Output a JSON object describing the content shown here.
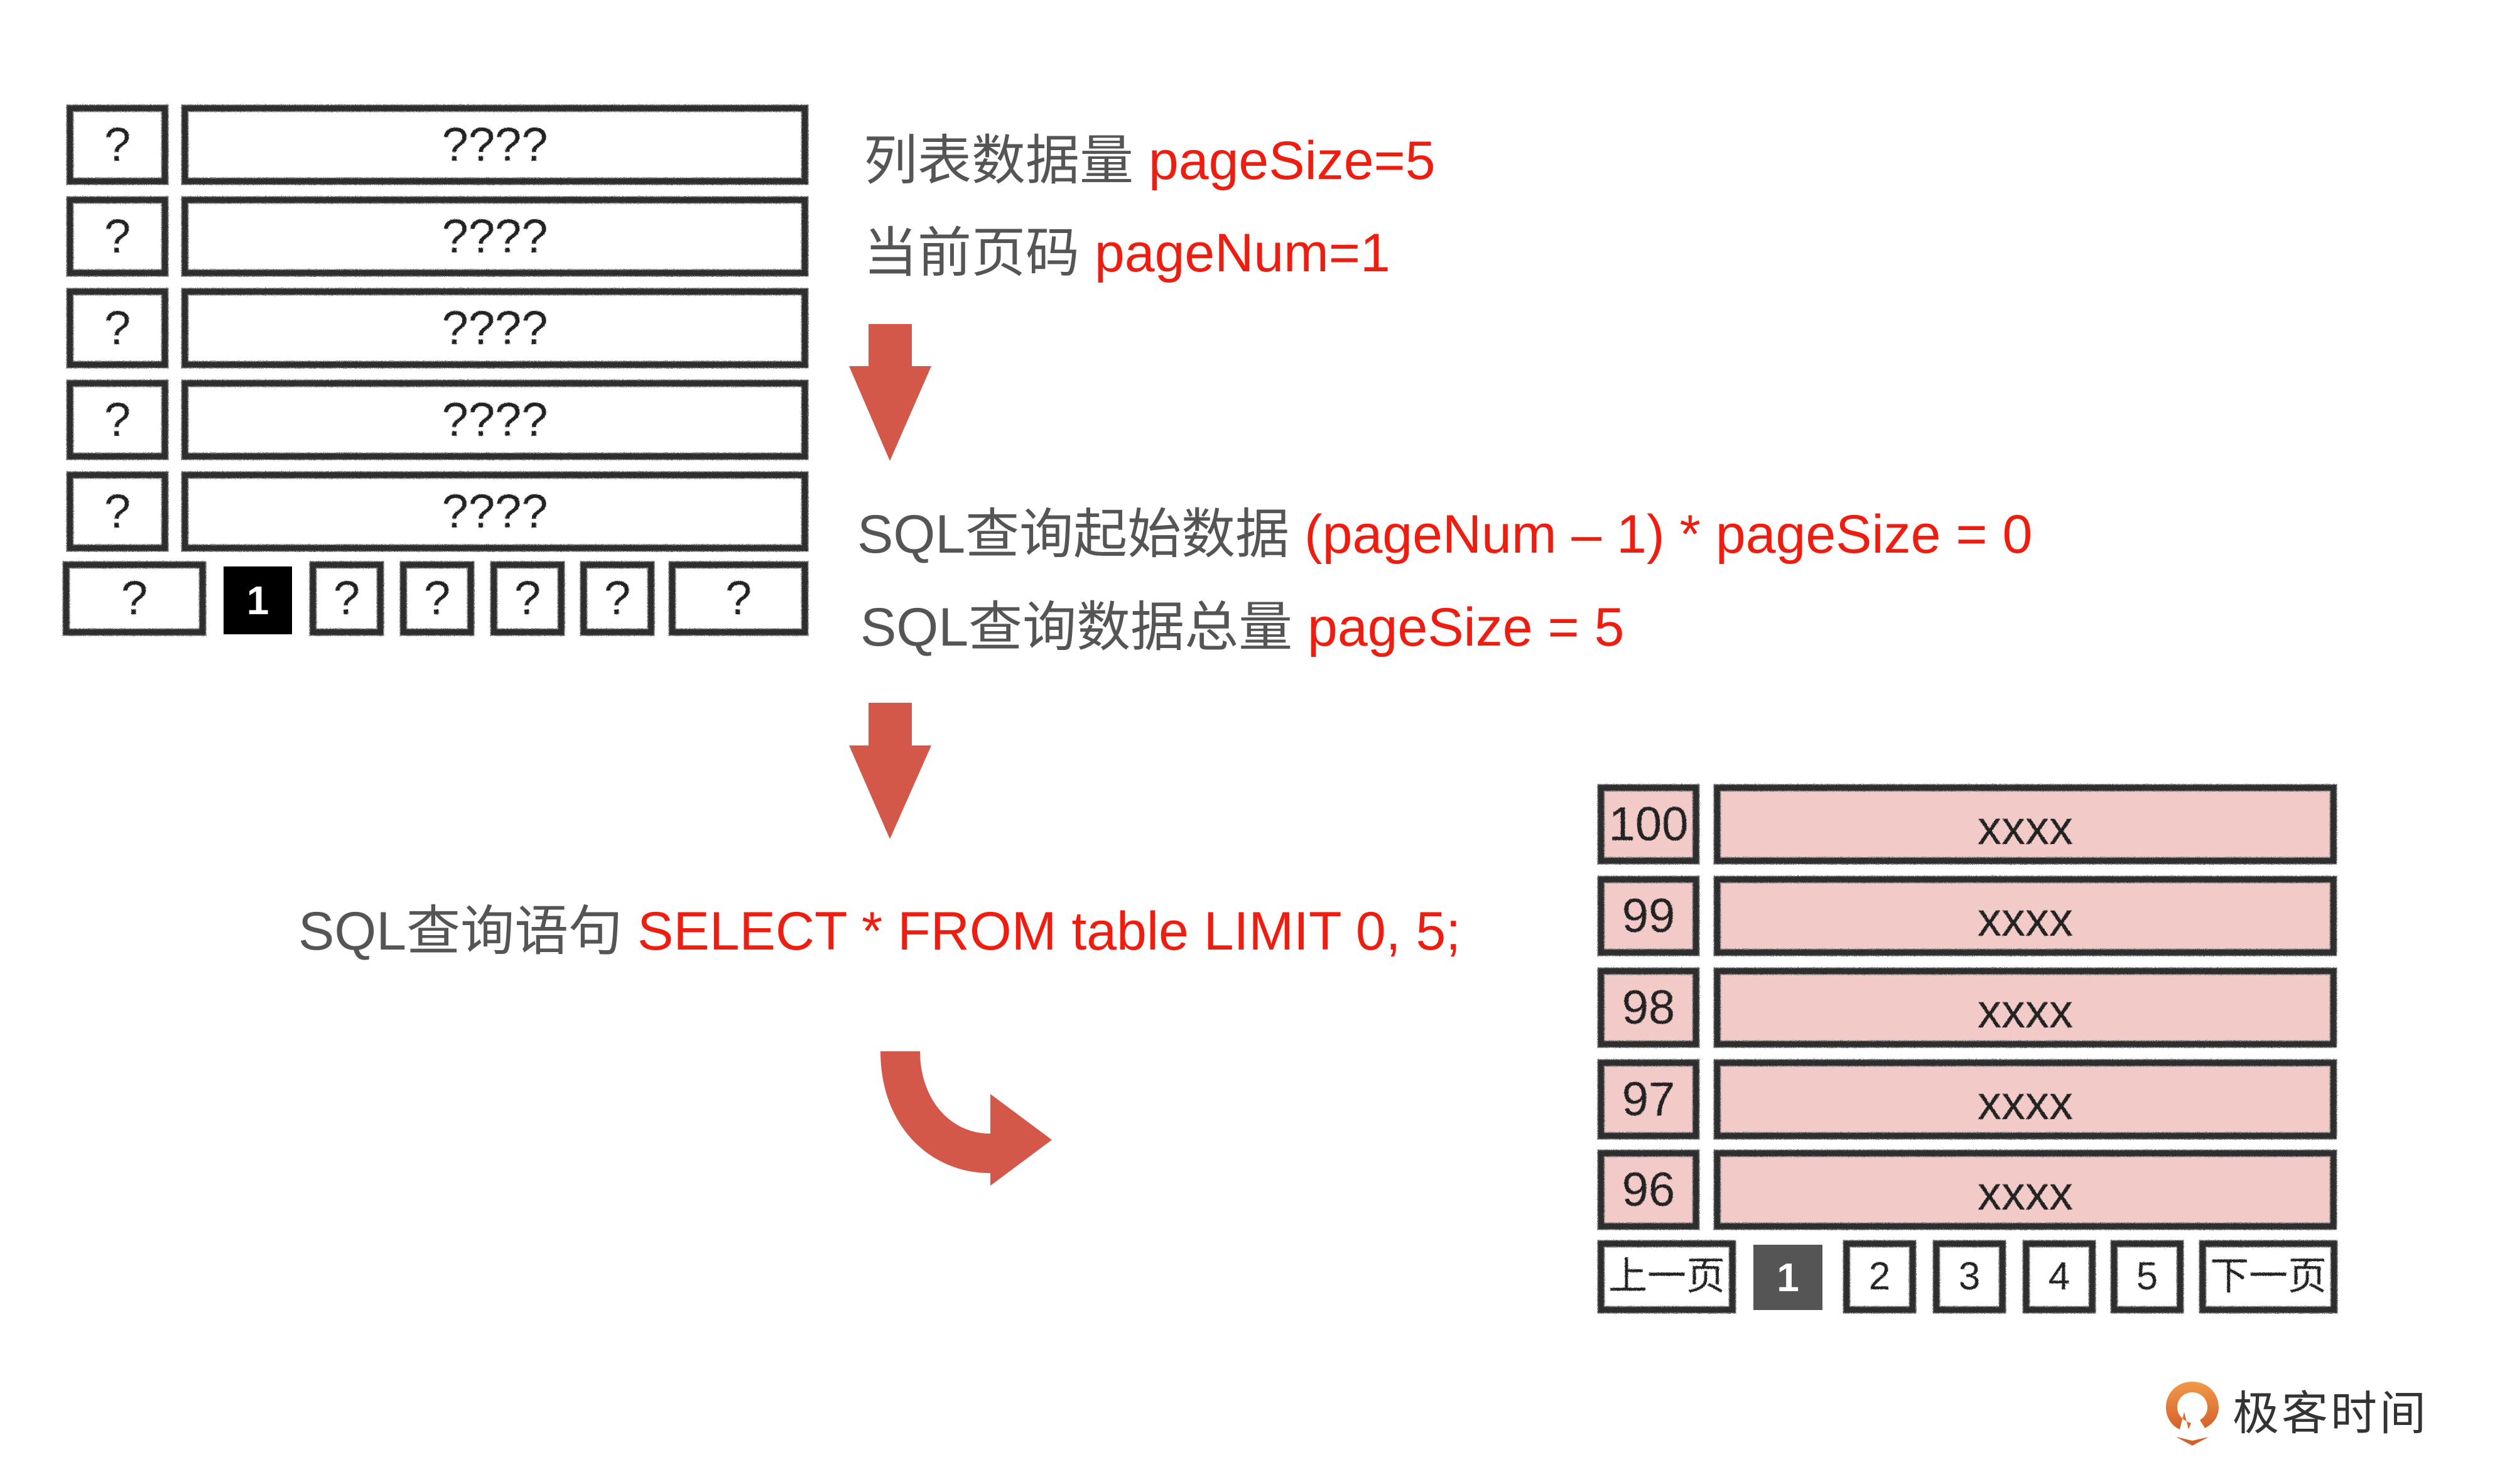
{
  "colors": {
    "label_gray": "#555555",
    "highlight_red": "#ee1d10",
    "arrow_red": "#d4584a",
    "row_pink": "#f2cbc9",
    "border_dark": "#2f2f2f",
    "logo_orange": "#e07a2e"
  },
  "unknown_list": {
    "rows": [
      {
        "id": "?",
        "content": "????"
      },
      {
        "id": "?",
        "content": "????"
      },
      {
        "id": "?",
        "content": "????"
      },
      {
        "id": "?",
        "content": "????"
      },
      {
        "id": "?",
        "content": "????"
      }
    ],
    "pagination": {
      "prev": "?",
      "current": "1",
      "pages": [
        "?",
        "?",
        "?",
        "?"
      ],
      "next": "?"
    }
  },
  "params": {
    "page_size_label": "列表数据量",
    "page_size_expr": "pageSize=5",
    "page_num_label": "当前页码",
    "page_num_expr": "pageNum=1"
  },
  "sql_calc": {
    "offset_label": "SQL查询起始数据",
    "offset_expr": "(pageNum – 1) * pageSize = 0",
    "count_label": "SQL查询数据总量",
    "count_expr": "pageSize = 5"
  },
  "sql_query": {
    "label": "SQL查询语句",
    "statement": "SELECT * FROM table LIMIT 0, 5;"
  },
  "result_list": {
    "rows": [
      {
        "id": "100",
        "content": "xxxx"
      },
      {
        "id": "99",
        "content": "xxxx"
      },
      {
        "id": "98",
        "content": "xxxx"
      },
      {
        "id": "97",
        "content": "xxxx"
      },
      {
        "id": "96",
        "content": "xxxx"
      }
    ],
    "pagination": {
      "prev": "上一页",
      "current": "1",
      "pages": [
        "2",
        "3",
        "4",
        "5"
      ],
      "next": "下一页"
    }
  },
  "logo": {
    "icon": "geektime-logo-icon",
    "text": "极客时间"
  }
}
